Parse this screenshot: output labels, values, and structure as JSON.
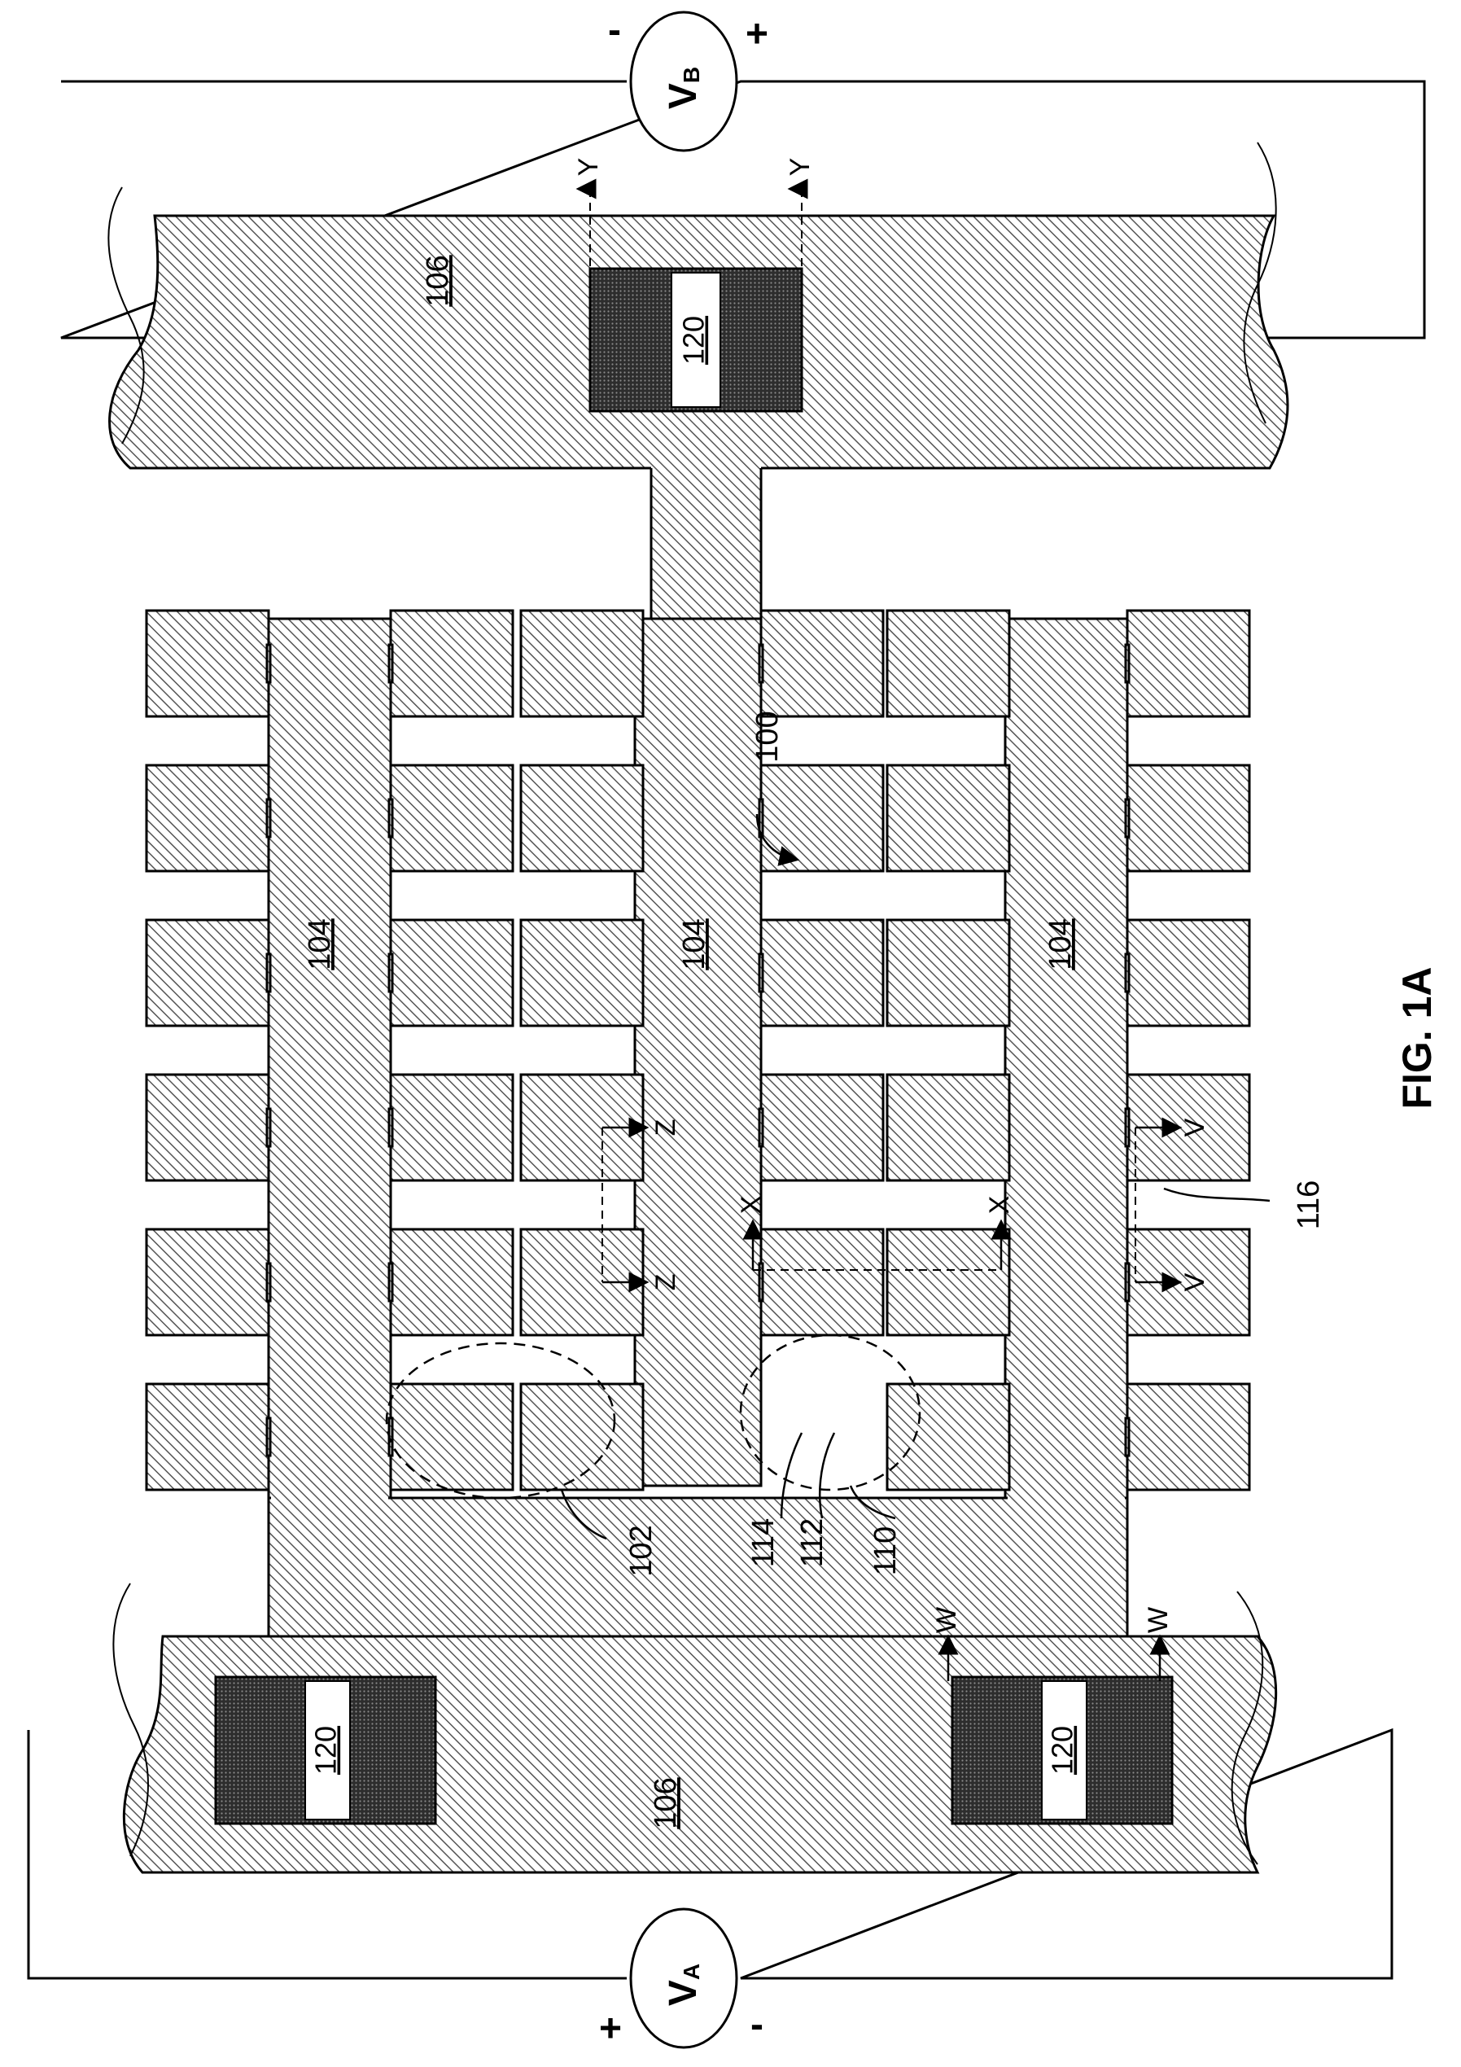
{
  "figure": {
    "number_label": "100",
    "caption": "FIG. 1A"
  },
  "sources": {
    "vb": {
      "main": "V",
      "sub": "B",
      "minus": "-",
      "plus": "+"
    },
    "va": {
      "main": "V",
      "sub": "A",
      "minus": "-",
      "plus": "+"
    }
  },
  "regions": {
    "rail": "106",
    "finger": "104",
    "pad": "120"
  },
  "callouts": {
    "c102": "102",
    "c114": "114",
    "c112": "112",
    "c110": "110",
    "c116": "116"
  },
  "section_markers": {
    "y": "Y",
    "z": "Z",
    "x": "X",
    "v": "V",
    "w": "W"
  },
  "colors": {
    "hatch_stroke": "#555555",
    "pad_fill": "#3a3a3a",
    "line": "#000000"
  }
}
